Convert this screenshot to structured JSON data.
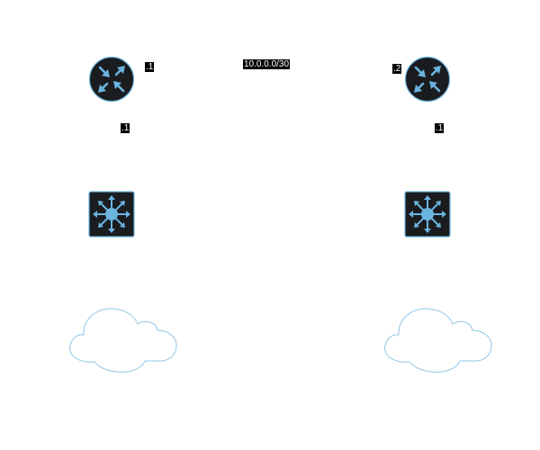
{
  "diagram": {
    "link_subnet": "10.0.0.0/30",
    "router_left": {
      "wan_ip_suffix": ".1",
      "lan_ip_suffix": ".1",
      "icon": "router-icon"
    },
    "router_right": {
      "wan_ip_suffix": ".2",
      "lan_ip_suffix": ".1",
      "icon": "router-icon"
    },
    "switch_left": {
      "icon": "layer3-switch-icon"
    },
    "switch_right": {
      "icon": "layer3-switch-icon"
    },
    "cloud_left": {
      "icon": "cloud-icon"
    },
    "cloud_right": {
      "icon": "cloud-icon"
    },
    "colors": {
      "device_body": "#1b1c1f",
      "device_accent": "#6ab4e0",
      "cloud_stroke": "#8fc6e6",
      "label_bg": "#000000",
      "label_text": "#ffffff"
    }
  }
}
